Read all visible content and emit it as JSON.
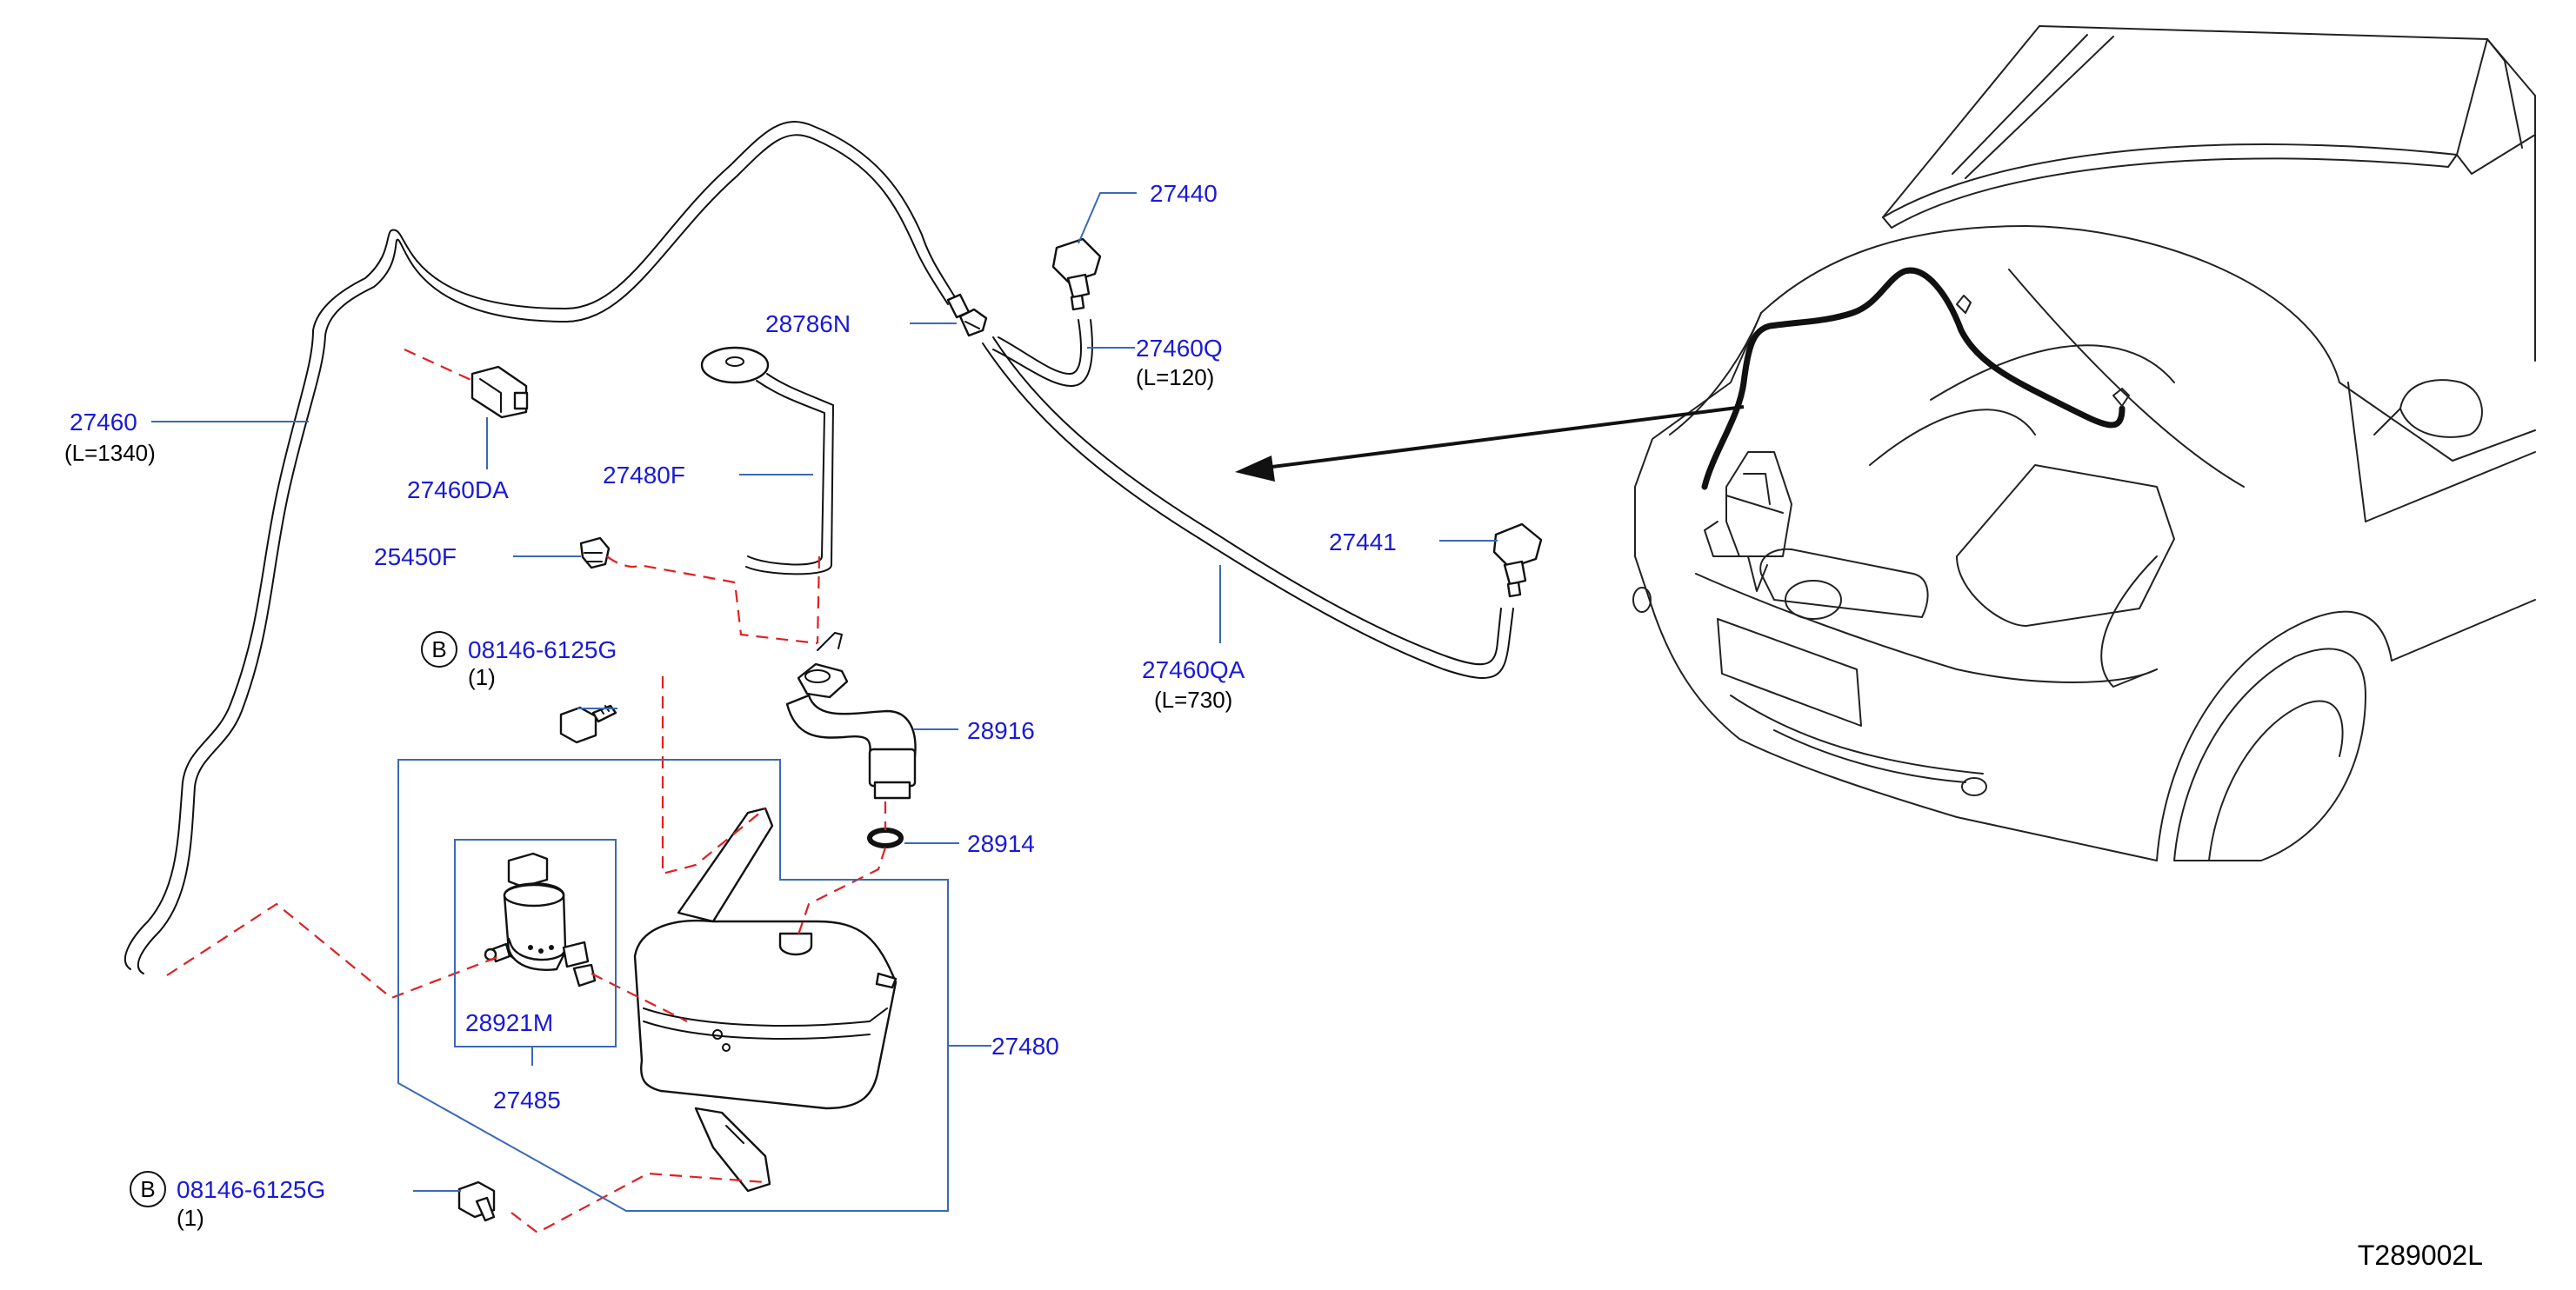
{
  "diagram_code": "T289002L",
  "callouts": {
    "p27460": "27460",
    "p27460_len": "(L=1340)",
    "p27460DA": "27460DA",
    "p28786N": "28786N",
    "p27440": "27440",
    "p27460Q": "27460Q",
    "p27460Q_len": "(L=120)",
    "p27480F": "27480F",
    "p25450F": "25450F",
    "p27441": "27441",
    "p27460QA": "27460QA",
    "p27460QA_len": "(L=730)",
    "bolt_top_marker": "B",
    "bolt_top": "08146-6125G",
    "bolt_top_qty": "(1)",
    "p28916": "28916",
    "p28914": "28914",
    "p28921M": "28921M",
    "p27485": "27485",
    "p27480": "27480",
    "bolt_bottom_marker": "B",
    "bolt_bottom": "08146-6125G",
    "bolt_bottom_qty": "(1)"
  },
  "colors": {
    "label_blue": "#1a1ad6",
    "leader_blue": "#3a6ab4",
    "guide_red": "#e02020"
  }
}
